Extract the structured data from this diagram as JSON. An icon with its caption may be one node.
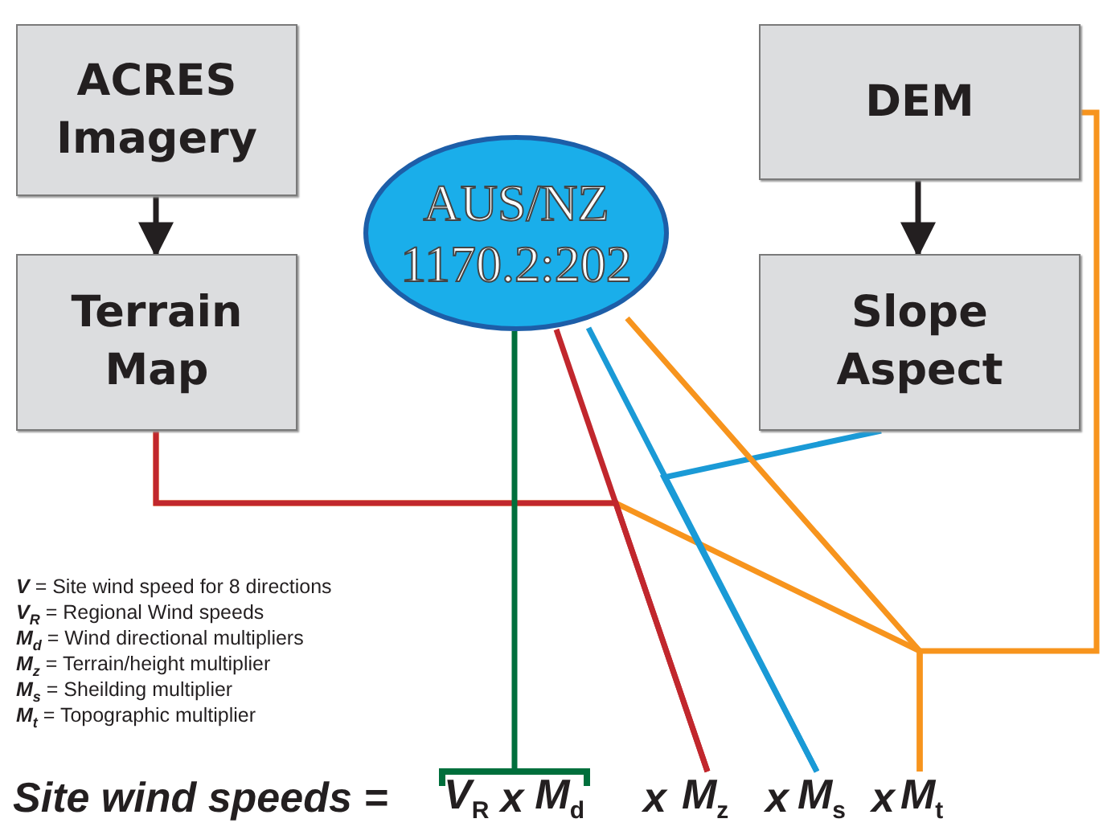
{
  "diagram": {
    "nodes": [
      {
        "text": [
          "ACRES Imagery"
        ]
      },
      {
        "text": [
          "Terrain Map"
        ]
      },
      {
        "text": [
          "DEM"
        ]
      },
      {
        "text": [
          "Slope Aspect"
        ]
      },
      {
        "text": [
          "AUS/NZ 1170.2:202"
        ]
      },
      {
        "text": [
          "V$_{R}$ x M$_{d}$"
        ]
      },
      {
        "text": [
          "M$_{z}$"
        ]
      },
      {
        "text": [
          "M$_{s}$"
        ]
      },
      {
        "text": [
          "M$_{t}$"
        ]
      }
    ],
    "edges": [
      {
        "from": 0,
        "to": 1,
        "arrow": "to",
        "color": "#231f20"
      },
      {
        "from": 2,
        "to": 3,
        "arrow": "to",
        "color": "#231f20"
      },
      {
        "from": 4,
        "to": 5,
        "arrow": "other",
        "color": "#006f3c"
      },
      {
        "from": 4,
        "to": 6,
        "arrow": "none",
        "color": "#c1272d"
      },
      {
        "from": 1,
        "to": 6,
        "arrow": "none",
        "color": "#c1272d"
      },
      {
        "from": 4,
        "to": 7,
        "arrow": "none",
        "color": "#1a9ad6"
      },
      {
        "from": 3,
        "to": 7,
        "arrow": "none",
        "color": "#1a9ad6"
      },
      {
        "from": 4,
        "to": 8,
        "arrow": "none",
        "color": "#f7941d"
      },
      {
        "from": 1,
        "to": 8,
        "arrow": "none",
        "color": "#f7941d"
      },
      {
        "from": 2,
        "to": 8,
        "arrow": "none",
        "color": "#f7941d"
      }
    ],
    "labels": [
      "**V** = Site wind speed for 8 directions",
      "**V**$_{R}$ = Regional Wind speeds",
      "**M**$_{d}$ = Wind directional multipliers",
      "**M**$_{z}$ = Terrain/height multiplier",
      "**M**$_{s}$ = Sheilding multiplier",
      "**M**$_{t}$ = Topographic multiplier",
      "Site wind speeds =",
      "x",
      "x",
      "x"
    ]
  }
}
